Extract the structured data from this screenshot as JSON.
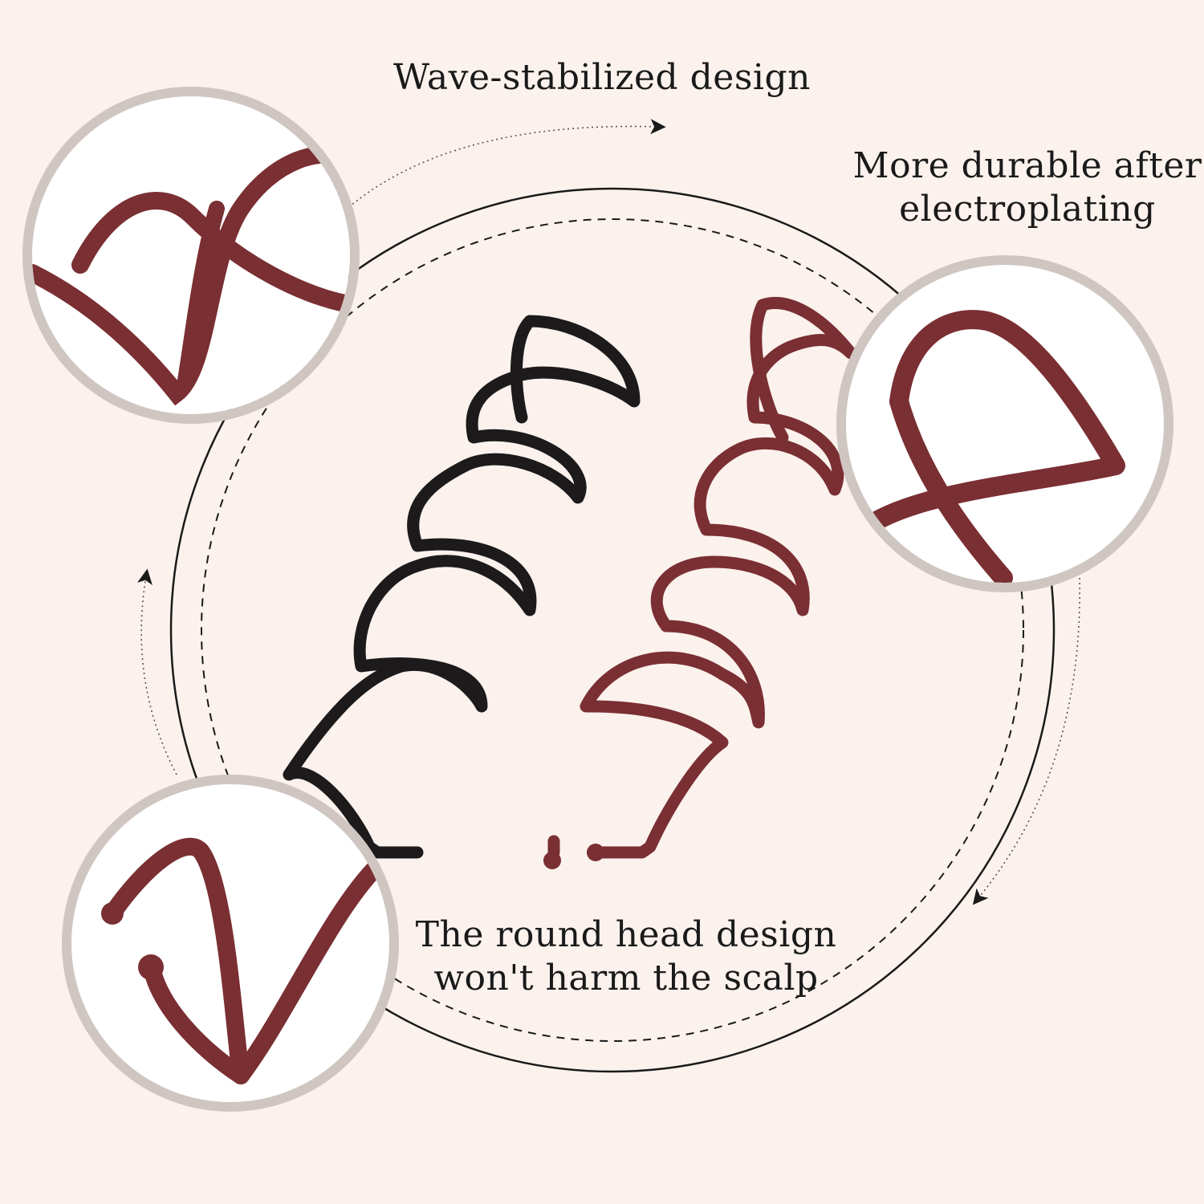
{
  "colors": {
    "background": "#fbf1ed",
    "black_pin": "#1c1a1a",
    "brown_pin": "#7a2f33",
    "zoom_ring": "#cfc6c2",
    "guide_line": "#1a1a1a"
  },
  "captions": {
    "top": "Wave-stabilized design",
    "right_line1": "More durable after",
    "right_line2": "electroplating",
    "bottom_line1": "The round head design",
    "bottom_line2": "won't harm the scalp"
  },
  "images": {
    "pins": "two spiral hair pins, one black and one brown",
    "zoom_top_left": "close-up of brown spiral wire wave",
    "zoom_right": "close-up of brown wire loop after electroplating",
    "zoom_bottom_left": "close-up of round ball head tips"
  }
}
